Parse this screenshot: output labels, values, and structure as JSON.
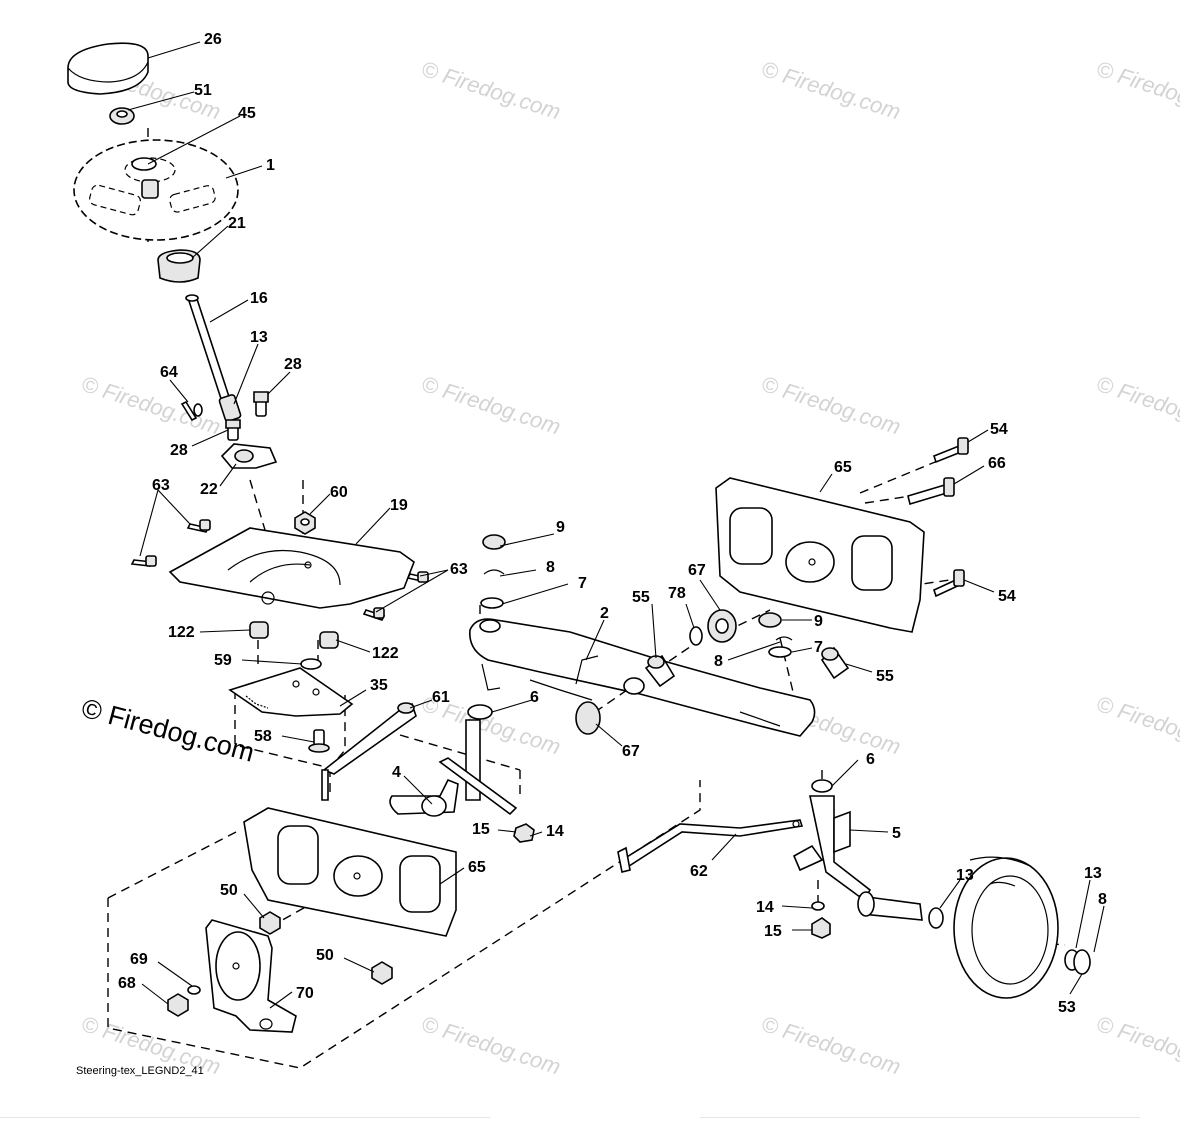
{
  "diagram_id": "Steering-tex_LEGND2_41",
  "watermark": {
    "faint_text": "© Firedog.com",
    "bold_text": "© Firedog.com"
  },
  "callouts": [
    "26",
    "51",
    "45",
    "1",
    "21",
    "16",
    "13",
    "64",
    "28",
    "28",
    "22",
    "60",
    "19",
    "63",
    "63",
    "122",
    "122",
    "59",
    "35",
    "58",
    "61",
    "4",
    "15",
    "14",
    "65",
    "50",
    "50",
    "69",
    "68",
    "70",
    "9",
    "8",
    "7",
    "2",
    "55",
    "78",
    "67",
    "9",
    "8",
    "7",
    "55",
    "6",
    "67",
    "6",
    "5",
    "62",
    "14",
    "15",
    "13",
    "13",
    "8",
    "53",
    "54",
    "66",
    "54",
    "65"
  ]
}
